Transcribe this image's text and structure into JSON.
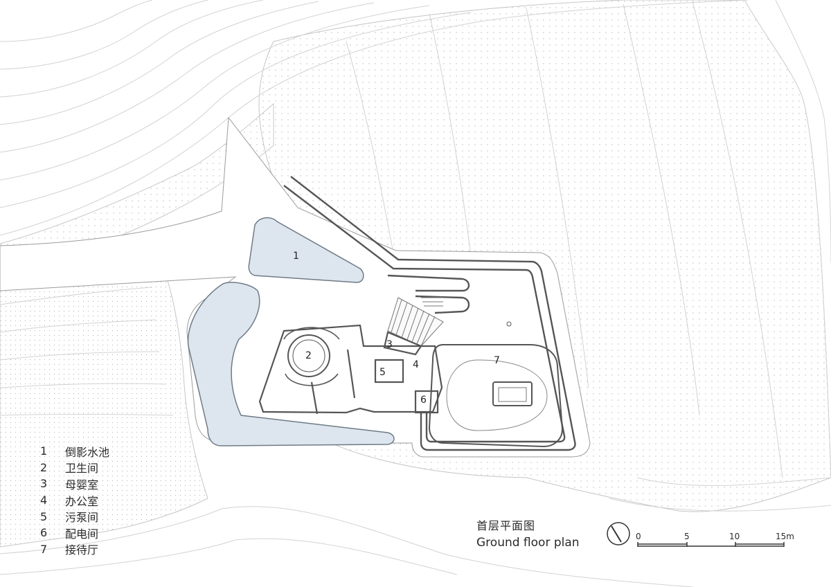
{
  "legend": [
    {
      "num": "1",
      "label": "倒影水池"
    },
    {
      "num": "2",
      "label": "卫生间"
    },
    {
      "num": "3",
      "label": "母婴室"
    },
    {
      "num": "4",
      "label": "办公室"
    },
    {
      "num": "5",
      "label": "污泵间"
    },
    {
      "num": "6",
      "label": "配电间"
    },
    {
      "num": "7",
      "label": "接待厅"
    }
  ],
  "rooms": [
    "1",
    "2",
    "3",
    "4",
    "5",
    "6",
    "7"
  ],
  "title": {
    "cn": "首层平面图",
    "en": "Ground floor plan"
  },
  "scale_bar": {
    "labels": [
      "0",
      "5",
      "10",
      "15m"
    ]
  },
  "colors": {
    "water": "#dde6ee",
    "line": "#555555",
    "terrain": "#c8c8c8",
    "dots": "#bdbdbd"
  }
}
